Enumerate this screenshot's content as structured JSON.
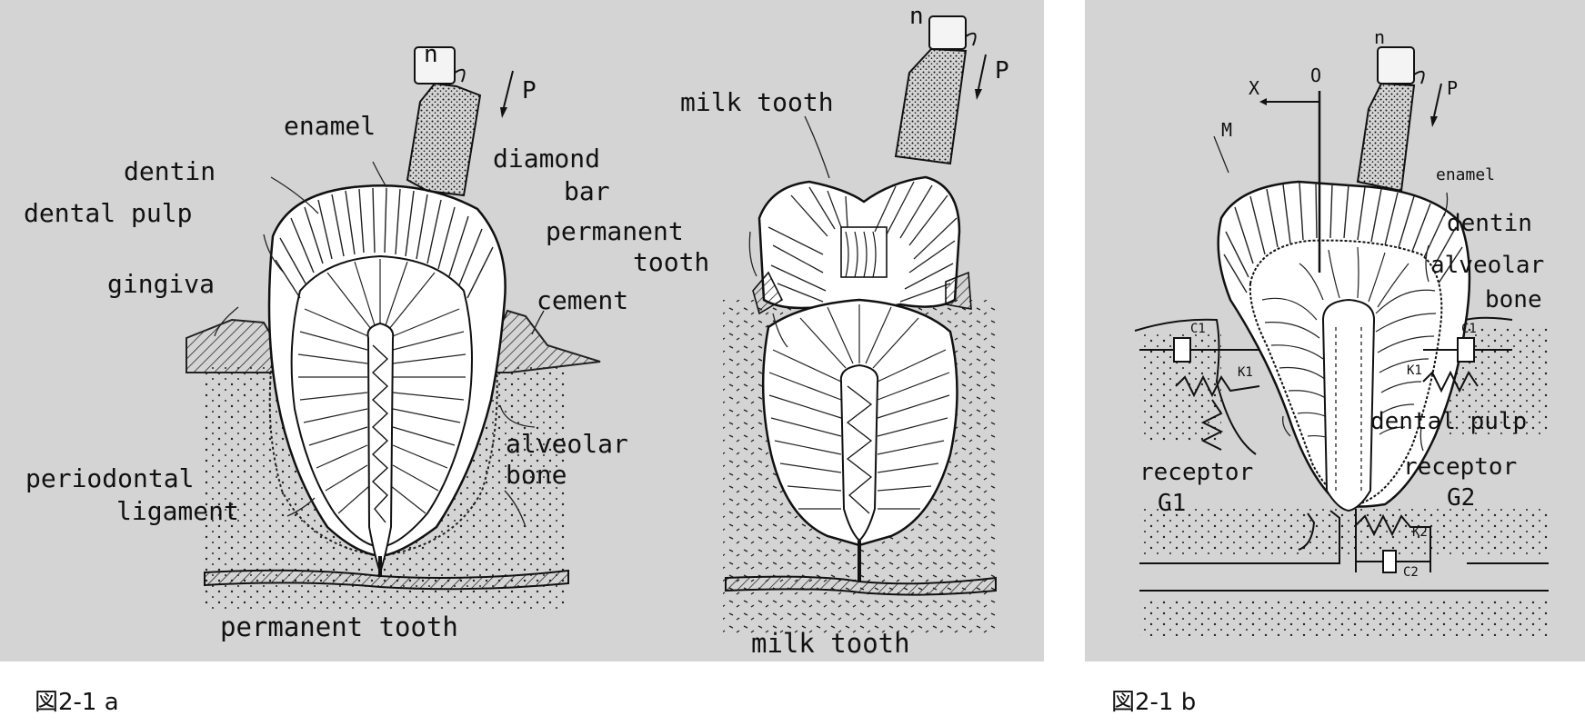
{
  "figure_a": {
    "caption": "図2-1 a",
    "permanent": {
      "labels": {
        "n": "n",
        "p": "P",
        "enamel": "enamel",
        "diamond": "diamond",
        "bar": "bar",
        "dentin": "dentin",
        "dental_pulp": "dental pulp",
        "gingiva": "gingiva",
        "cement": "cement",
        "alveolar": "alveolar",
        "bone": "bone",
        "periodontal": "periodontal",
        "ligament": "ligament",
        "title": "permanent tooth"
      }
    },
    "milk": {
      "labels": {
        "n": "n",
        "p": "P",
        "milk_top": "milk tooth",
        "perm1": "permanent",
        "perm2": "tooth",
        "title": "milk tooth"
      }
    }
  },
  "figure_b": {
    "caption": "図2-1 b",
    "labels": {
      "x": "X",
      "o": "O",
      "n": "n",
      "p": "P",
      "m": "M",
      "enamel": "enamel",
      "dentin": "dentin",
      "alveolar": "alveolar",
      "bone": "bone",
      "c1_left": "C1",
      "c1_right": "C1",
      "k1_left": "K1",
      "k1_right": "K1",
      "dental_pulp": "dental pulp",
      "receptor_g1": "receptor",
      "g1": "G1",
      "receptor_g2": "receptor",
      "g2": "G2",
      "k2": "K2",
      "c2": "C2"
    }
  }
}
